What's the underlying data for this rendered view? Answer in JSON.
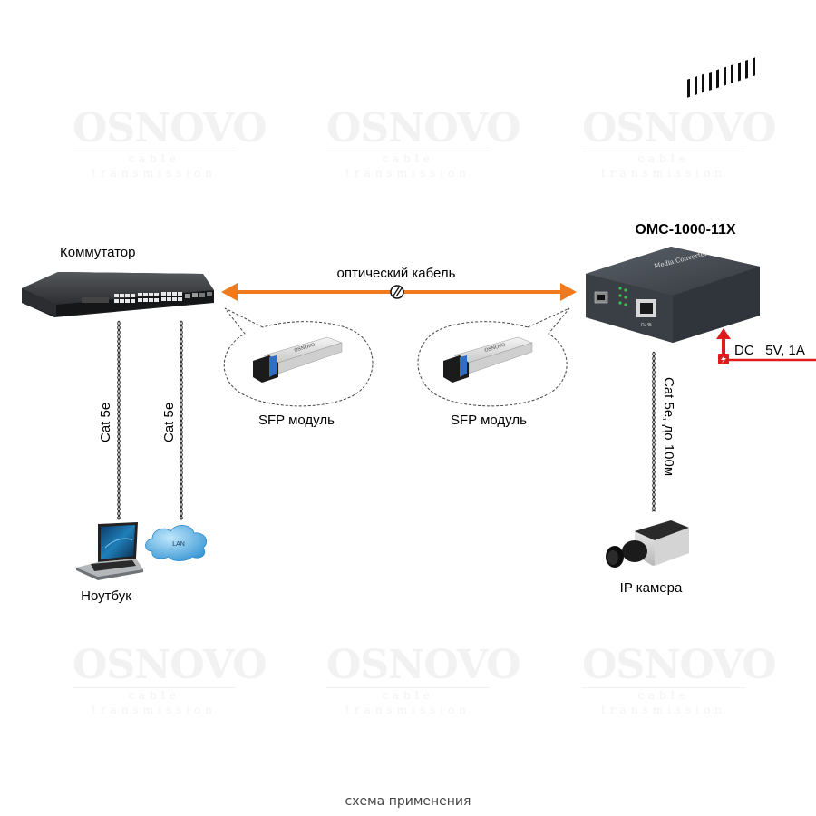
{
  "watermark": {
    "brand": "OSNOVO",
    "tagline": "cable transmission"
  },
  "devices": {
    "switch": {
      "label": "Коммутатор",
      "icon": "network-switch-icon"
    },
    "converter": {
      "label": "OMC-1000-11X",
      "icon": "media-converter-icon",
      "case_text": "Media Converter",
      "port_label": "RJ45"
    },
    "sfp_left": {
      "label": "SFP модуль",
      "icon": "sfp-module-icon",
      "brand": "OSNOVO"
    },
    "sfp_right": {
      "label": "SFP модуль",
      "icon": "sfp-module-icon",
      "brand": "OSNOVO"
    },
    "laptop": {
      "label": "Ноутбук",
      "icon": "laptop-icon"
    },
    "lan": {
      "label": "LAN",
      "icon": "cloud-icon"
    },
    "camera": {
      "label": "IP камера",
      "icon": "ip-camera-icon"
    }
  },
  "links": {
    "optical": {
      "label": "оптический кабель",
      "color": "#f07a1e"
    },
    "cat_left_1": {
      "label": "Cat 5e"
    },
    "cat_left_2": {
      "label": "Cat 5e"
    },
    "cat_camera": {
      "label": "Cat 5e, до 100м"
    },
    "power": {
      "label": "DC   5V, 1A",
      "color": "#e01b1b"
    }
  },
  "caption": "схема применения"
}
